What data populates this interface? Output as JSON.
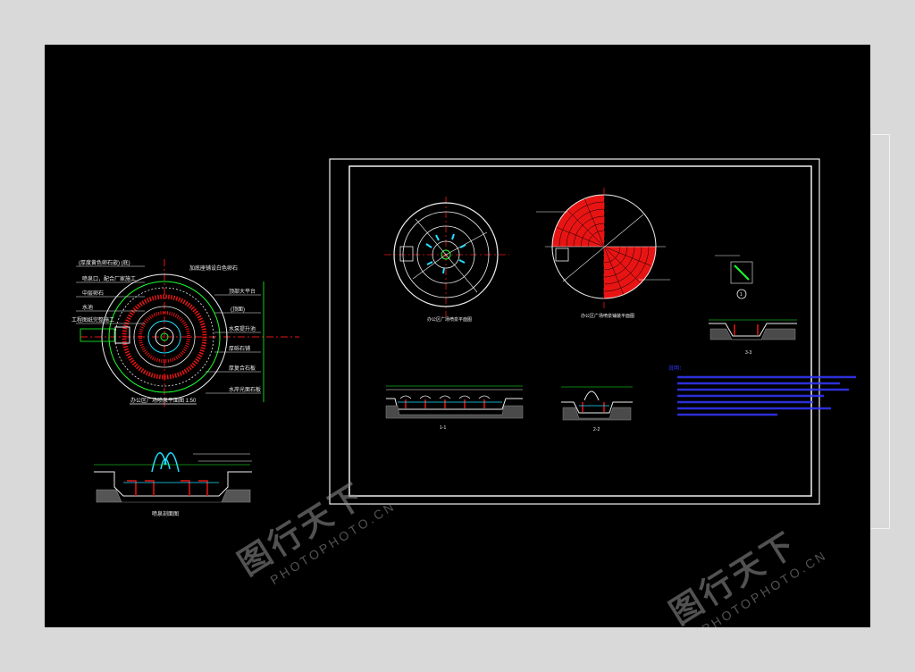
{
  "colors": {
    "background": "#000000",
    "frame": "#ffffff",
    "line_green": "#19ff2a",
    "line_cyan": "#22e0ff",
    "fill_red": "#e81414",
    "text_blue": "#3438ff",
    "text_white": "#f0f0f0",
    "watermark": "#9a9a9a"
  },
  "left_plan": {
    "callouts_left": [
      "(厚度黄色卵石嵌) (底)",
      "喷泉口，配合厂家施工",
      "中层卵石",
      "水池",
      "工程图纸完整施工"
    ],
    "callouts_right": [
      "加底座铺设白色卵石",
      "顶部大平台",
      "(顶面)",
      "水泵提升池",
      "厚砾石铺",
      "厚复合石板",
      "水岸光面石板"
    ],
    "title": "办公区广场喷泉平面图 1:50"
  },
  "left_section": {
    "title": "喷泉剖面图"
  },
  "sheet": {
    "plan_title": "办公区广场喷泉平面图",
    "paving_title": "办公区广场喷泉铺装平面图",
    "section_1_label": "1-1",
    "section_2_label": "2-2",
    "section_3_label": "3-3",
    "detail_marker": "1",
    "notes_heading": "说明："
  },
  "watermarks": [
    {
      "cn": "图行天下",
      "en": "PHOTOPHOTO.CN"
    },
    {
      "cn": "图行天下",
      "en": "PHOTOPHOTO.CN"
    }
  ]
}
